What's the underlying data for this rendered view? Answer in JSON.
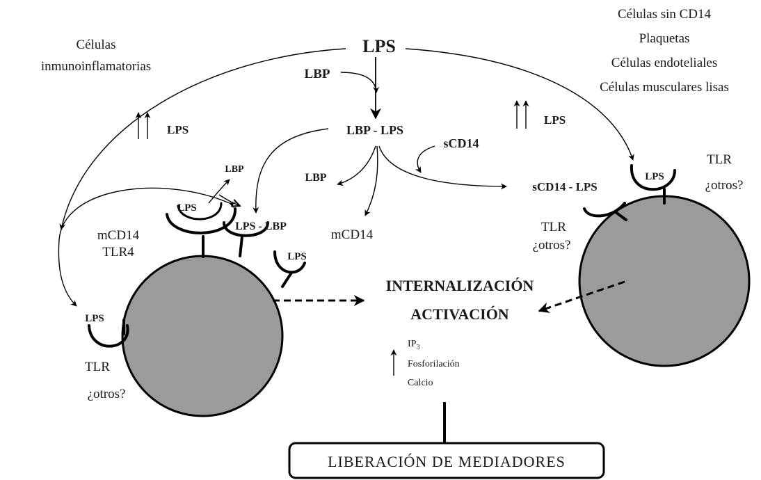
{
  "labels": {
    "lps_top": "LPS",
    "lbp_input": "LBP",
    "lbp_lps": "LBP - LPS",
    "scd14": "sCD14",
    "lbp_release": "LBP",
    "mcd14_release": "mCD14",
    "scd14_lps": "sCD14 - LPS",
    "immune_cells_line1": "Células",
    "immune_cells_line2": "inmunoinflamatorias",
    "no_cd14_cells": [
      "Células sin CD14",
      "Plaquetas",
      "Células endoteliales",
      "Células musculares lisas"
    ],
    "up_lps_left": "LPS",
    "up_lps_right": "LPS",
    "lbp_small": "LBP",
    "lps_bound": "LPS",
    "lps_lbp_complex": "LPS - LBP",
    "mcd14_receptor": "mCD14",
    "tlr4_receptor": "TLR4",
    "lps_side_receptor": "LPS",
    "lps_left_receptor": "LPS",
    "tlr_left": "TLR",
    "otros_left": "¿otros?",
    "lps_right_receptor": "LPS",
    "tlr_right_top": "TLR",
    "otros_right_top": "¿otros?",
    "tlr_right_mid": "TLR",
    "otros_right_mid": "¿otros?",
    "internalizacion": "INTERNALIZACIÓN",
    "activacion": "ACTIVACIÓN",
    "ip3_base": "IP",
    "ip3_sub": "3",
    "fosforilacion": "Fosforilación",
    "calcio": "Calcio",
    "liberacion": "LIBERACIÓN DE MEDIADORES"
  },
  "colors": {
    "cell_fill": "#9b9b9b",
    "stroke": "#000000",
    "text": "#1a1a1a",
    "background": "#ffffff"
  }
}
